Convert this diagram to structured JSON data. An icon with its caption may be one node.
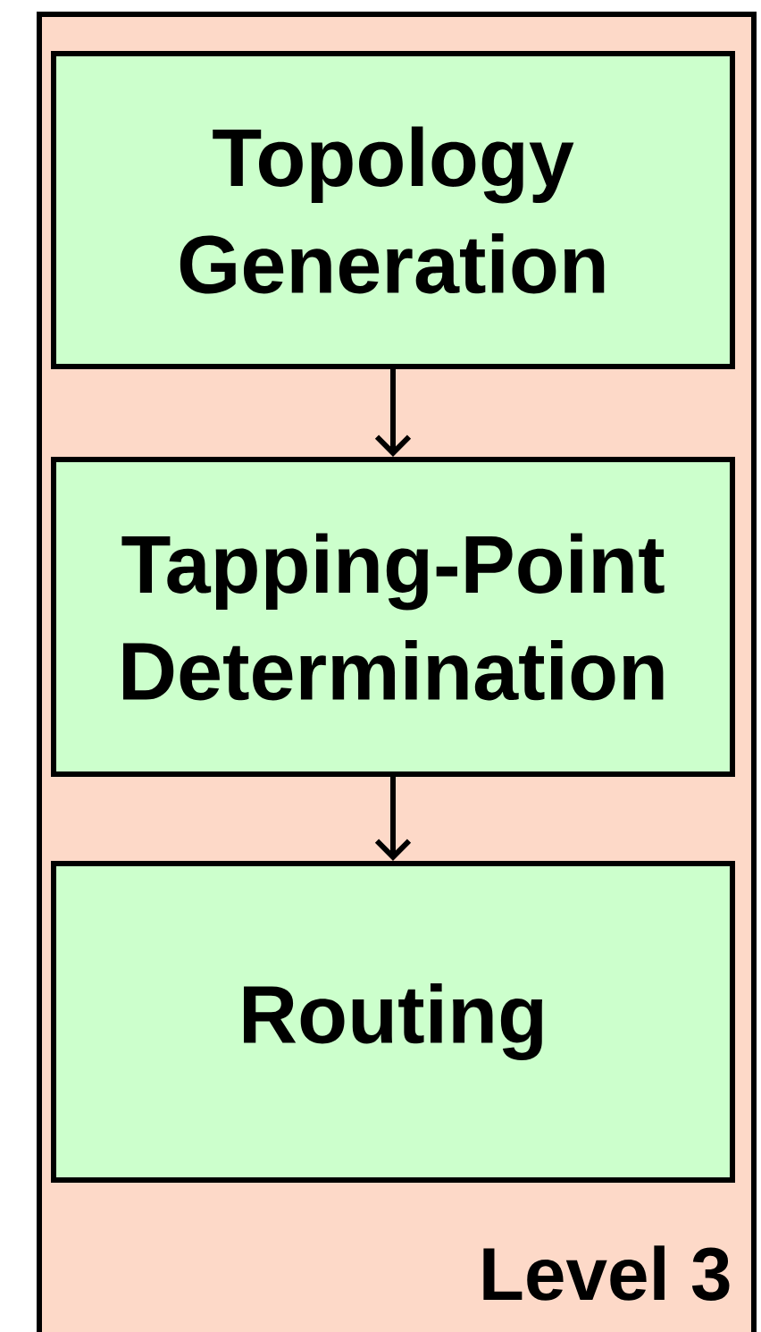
{
  "diagram": {
    "nodes": [
      {
        "text": [
          "Level 3"
        ]
      },
      {
        "text": [
          "Topology Generation"
        ],
        "in": 0
      },
      {
        "text": [
          "Tapping-Point Determination"
        ],
        "in": 0
      },
      {
        "text": [
          "Routing"
        ],
        "in": 0
      }
    ],
    "edges": [
      {
        "from": 1,
        "to": 2,
        "arrow": "to"
      },
      {
        "from": 2,
        "to": 3,
        "arrow": "to"
      }
    ]
  }
}
